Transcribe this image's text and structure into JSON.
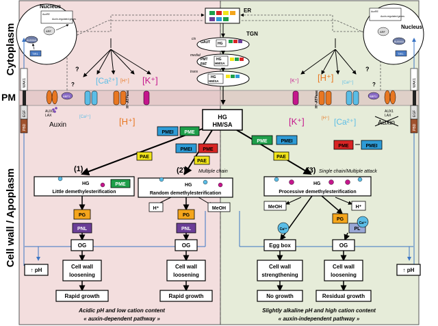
{
  "regions": {
    "cytoplasm": "Cytoplasm",
    "pm": "PM",
    "cell_wall": "Cell wall / Apoplasm"
  },
  "organelles": {
    "er": "ER",
    "tgn": "TGN",
    "nucleus_left": "Nucleus",
    "nucleus_right": "Nucleus",
    "cis": "cis",
    "medial": "medial",
    "trans": "trans",
    "gaut": "GAUT",
    "hg": "HG",
    "pmt": "PMT",
    "pat": "PAT",
    "hg_hmsa_1": "HG",
    "hmsa_1": "HM/SA",
    "hg_hmsa_2": "HG",
    "hmsa_2": "HM/SA"
  },
  "nucleus_genes": {
    "left_gene1": "AuxRE",
    "left_gene2": "Auxin-regulated genes",
    "left_arf": "ARF",
    "left_auxiaa": "AUX/IAA",
    "left_tir": "TIR1",
    "right_gene1": "AuxRE",
    "right_gene2": "Auxin-regulated genes",
    "right_arf": "ARF",
    "right_auxiaa": "AUX/IAA",
    "right_tir": "TIR1"
  },
  "membrane": {
    "aux1_left": "AUX1",
    "lax_left": "LAX",
    "abp1_left": "ABP1",
    "auxin_left": "Auxin",
    "ca_left_in": "[Ca²⁺]",
    "ca_left_out": "[Ca²⁺]",
    "h_left_in": "[H⁺]",
    "h_left_out": "[H⁺]",
    "k_left": "[K⁺]",
    "atpase_left": "H⁺-ATPase",
    "qmark_left": "?",
    "qmark_left2": "?",
    "aux1_right": "AUX1",
    "lax_right": "LAX",
    "abp1_right": "ABP1",
    "auxin_right": "Auxin",
    "ca_right_in": "[Ca²⁺]",
    "ca_right_out": "[Ca²⁺]",
    "h_right_in": "[H⁺]",
    "h_right_out": "[H⁺]",
    "k_right_in": "[K⁺]",
    "k_right_out": "[K⁺]",
    "atpase_right": "H⁺-ATPase",
    "qmark_right": "?",
    "qmark_right2": "?",
    "wak_left": "WAK1",
    "egf_left": "EGF",
    "pbd_left": "PBD",
    "wak_right": "WAK1",
    "egf_right": "EGF",
    "pbd_right": "PBD"
  },
  "wall": {
    "hg_top": "HG",
    "hmsa_top": "HM/SA",
    "pmei": "PMEI",
    "pme": "PME",
    "pae": "PAE",
    "pg": "PG",
    "pnl": "PNL",
    "pl": "PL",
    "ca2": "Ca²⁺",
    "hplus": "H⁺",
    "meoh": "MeOH",
    "og": "OG",
    "ph": "↑ pH",
    "n1": "(1)",
    "n2": "(2)",
    "n3": "(3)",
    "hg_mid": "HG",
    "little": "Little demethylesterification",
    "random": "Random demethylesterification",
    "processive": "Processive demethylesterification",
    "multiple_chain": "Multiple chain",
    "single_chain": "Single chain/Multiple attack",
    "egg_box": "Egg box",
    "cw_loosening": "Cell wall loosening",
    "cw_strengthening": "Cell wall strengthening",
    "cw1": "Cell wall",
    "loosening": "loosening",
    "strengthening": "strengthening",
    "rapid_growth": "Rapid growth",
    "no_growth": "No growth",
    "residual_growth": "Residual growth"
  },
  "footer": {
    "left_line1": "Acidic pH and low cation content",
    "left_line2": "« auxin-dependent pathway »",
    "right_line1": "Slightly alkaline pH and high cation content",
    "right_line2": "« auxin-independent pathway »"
  },
  "colors": {
    "left_bg": "#f3dede",
    "right_bg": "#e6ecd9",
    "pmei": "#2e9bd6",
    "pme_green": "#1e9e4a",
    "pme_red": "#d82424",
    "pae": "#f2e51a",
    "pg": "#f4a51c",
    "pnl": "#6b3e97",
    "h_orange": "#e87722",
    "k_magenta": "#c4168c",
    "ca_cyan": "#5bbde6"
  }
}
